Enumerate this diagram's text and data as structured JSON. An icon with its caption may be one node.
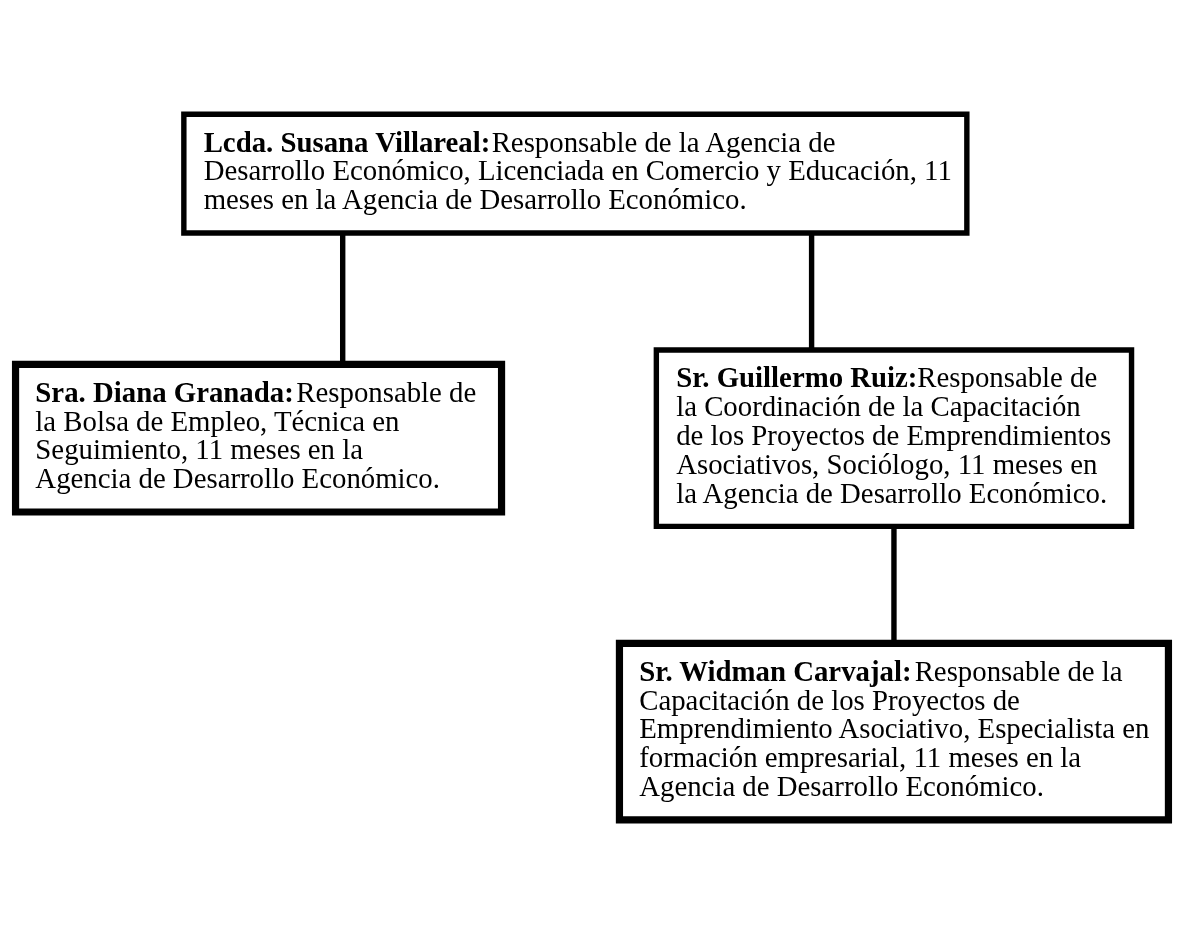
{
  "diagram": {
    "nodes": [
      {
        "text": [
          "Lcda. Susana Villareal:",
          "Responsable de la Agencia de Desarrollo Económico, Licenciada en Comercio y Educación, 11 meses en la Agencia de Desarrollo Económico."
        ]
      },
      {
        "text": [
          "Sra. Diana Granada:",
          "Responsable de la Bolsa de Empleo, Técnica en Seguimiento, 11 meses en la Agencia de Desarrollo Económico."
        ]
      },
      {
        "text": [
          "Sr. Guillermo Ruiz:",
          "Responsable de la Coordinación de la Capacitación de los Proyectos de Emprendimientos Asociativos, Sociólogo, 11 meses en la Agencia de Desarrollo Económico."
        ]
      },
      {
        "text": [
          "Sr. Widman Carvajal:",
          "Responsable de la Capacitación de los Proyectos de Emprendimiento Asociativo, Especialista en formación empresarial, 11 meses en la Agencia de Desarrollo Económico."
        ]
      }
    ],
    "edges": [
      {
        "from": 0,
        "to": 1,
        "arrow": "none"
      },
      {
        "from": 0,
        "to": 2,
        "arrow": "none"
      },
      {
        "from": 2,
        "to": 3,
        "arrow": "none"
      }
    ]
  }
}
